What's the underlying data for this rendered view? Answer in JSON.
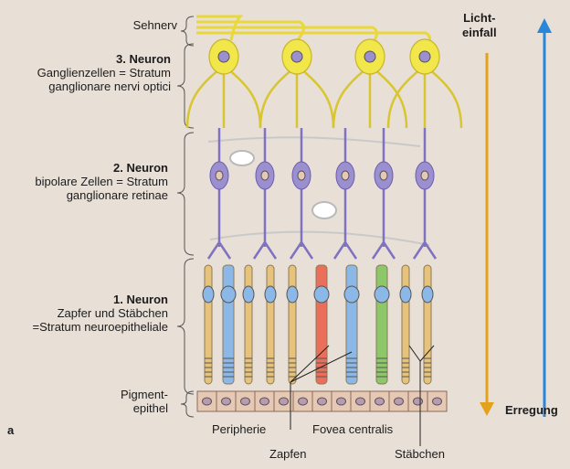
{
  "figure_letter": "a",
  "labels": {
    "sehnerv": "Sehnerv",
    "neuron3_title": "3. Neuron",
    "neuron3_line1": "Ganglienzellen = Stratum",
    "neuron3_line2": "ganglionare nervi optici",
    "neuron2_title": "2. Neuron",
    "neuron2_line1": "bipolare Zellen = Stratum",
    "neuron2_line2": "ganglionare retinae",
    "neuron1_title": "1. Neuron",
    "neuron1_line1": "Zapfer und Stäbchen",
    "neuron1_line2": "=Stratum neuroepitheliale",
    "pigment_line1": "Pigment-",
    "pigment_line2": "epithel"
  },
  "bottom_labels": {
    "peripherie": "Peripherie",
    "fovea": "Fovea centralis",
    "zapfen": "Zapfen",
    "staebchen": "Stäbchen"
  },
  "arrows": {
    "light_line1": "Licht-",
    "light_line2": "einfall",
    "excitation": "Erregung"
  },
  "colors": {
    "ganglion": "#f1e64a",
    "bipolar": "#9c8fd0",
    "cone": "#e7c27a",
    "rod": "#e7c27a",
    "fovea_red": "#ea6e5a",
    "fovea_blue": "#8cb8e8",
    "fovea_green": "#8cc86a",
    "light_arrow": "#e3a21a",
    "excitation_arrow": "#2a86d8",
    "pigment": "#e6c9b4"
  }
}
